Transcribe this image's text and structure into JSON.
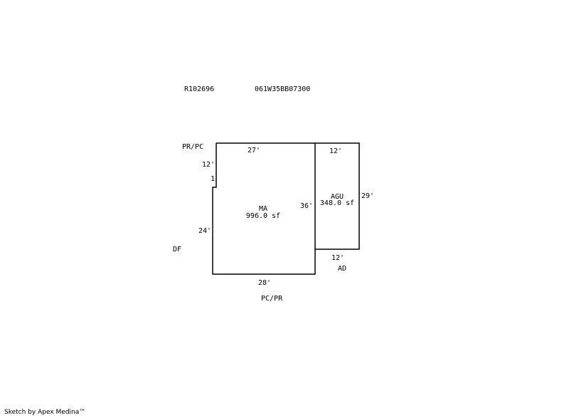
{
  "header": {
    "parcel_id": "R102696",
    "map_number": "061W35BB07300"
  },
  "areas": {
    "main": {
      "code": "MA",
      "area": "996.0 sf"
    },
    "garage": {
      "code": "AGU",
      "area": "348.0 sf"
    }
  },
  "dimensions": {
    "ma_top": "27'",
    "ma_left_upper": "12'",
    "ma_jog": "1",
    "ma_left_lower": "24'",
    "ma_bottom": "28'",
    "ma_right": "36'",
    "agu_top": "12'",
    "agu_right": "29'",
    "agu_bottom": "12'"
  },
  "annotations": {
    "top_left": "PR/PC",
    "left": "DF",
    "bottom": "PC/PR",
    "bottom_right": "AD"
  },
  "footer": {
    "credit": "Sketch by Apex Medina™"
  },
  "colors": {
    "line": "#000000",
    "background": "#ffffff"
  }
}
